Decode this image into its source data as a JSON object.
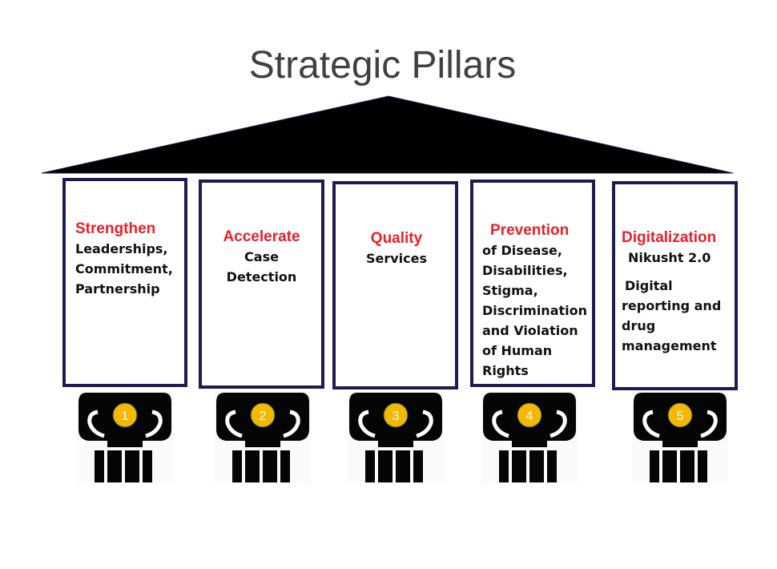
{
  "title": "Strategic Pillars",
  "pillars": [
    {
      "number": "1",
      "heading": "Strengthen",
      "lines": [
        "Leaderships,",
        "Commitment,",
        "Partnership"
      ]
    },
    {
      "number": "2",
      "heading": "Accelerate",
      "lines": [
        "Case",
        "Detection"
      ]
    },
    {
      "number": "3",
      "heading": "Quality",
      "lines": [
        "Services"
      ]
    },
    {
      "number": "4",
      "heading": "Prevention",
      "lines": [
        "of Disease,",
        "Disabilities,",
        "Stigma,",
        "Discrimination",
        "and Violation",
        "of Human",
        "Rights"
      ]
    },
    {
      "number": "5",
      "heading": "Digitalization",
      "lines": [
        "Nikusht 2.0",
        "Digital",
        "reporting and",
        "drug",
        "management"
      ]
    }
  ],
  "colors": {
    "heading": "#e8202a",
    "border": "#1c1c52",
    "badge": "#f5b800"
  }
}
